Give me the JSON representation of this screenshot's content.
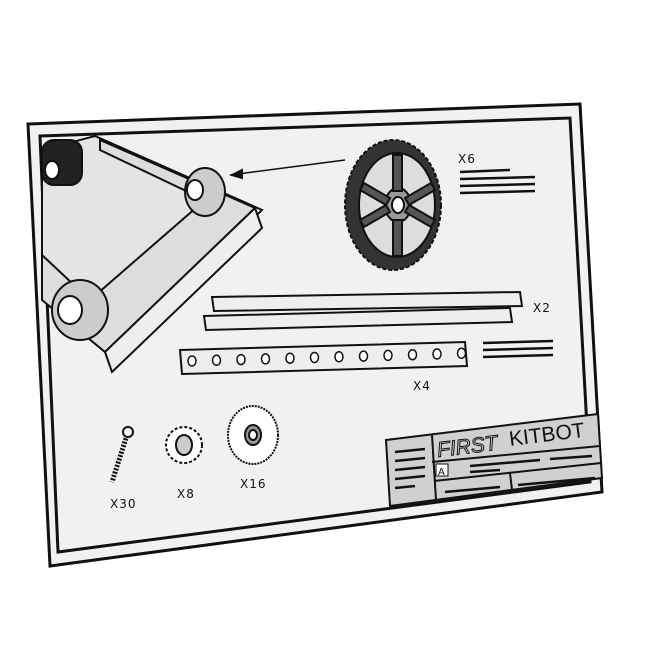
{
  "title_block": {
    "brand": "FIRST",
    "title": "KITBOT",
    "revision": "A"
  },
  "parts": [
    {
      "name": "wheel",
      "quantity": "X6"
    },
    {
      "name": "long-rails",
      "quantity": "X2"
    },
    {
      "name": "hole-bar",
      "quantity": "X4"
    },
    {
      "name": "screw",
      "quantity": "X30"
    },
    {
      "name": "small-sprocket",
      "quantity": "X8"
    },
    {
      "name": "large-sprocket",
      "quantity": "X16"
    }
  ],
  "colors": {
    "paper": "#f2f2f2",
    "ink": "#111111",
    "title_block": "#d0d0d0"
  }
}
